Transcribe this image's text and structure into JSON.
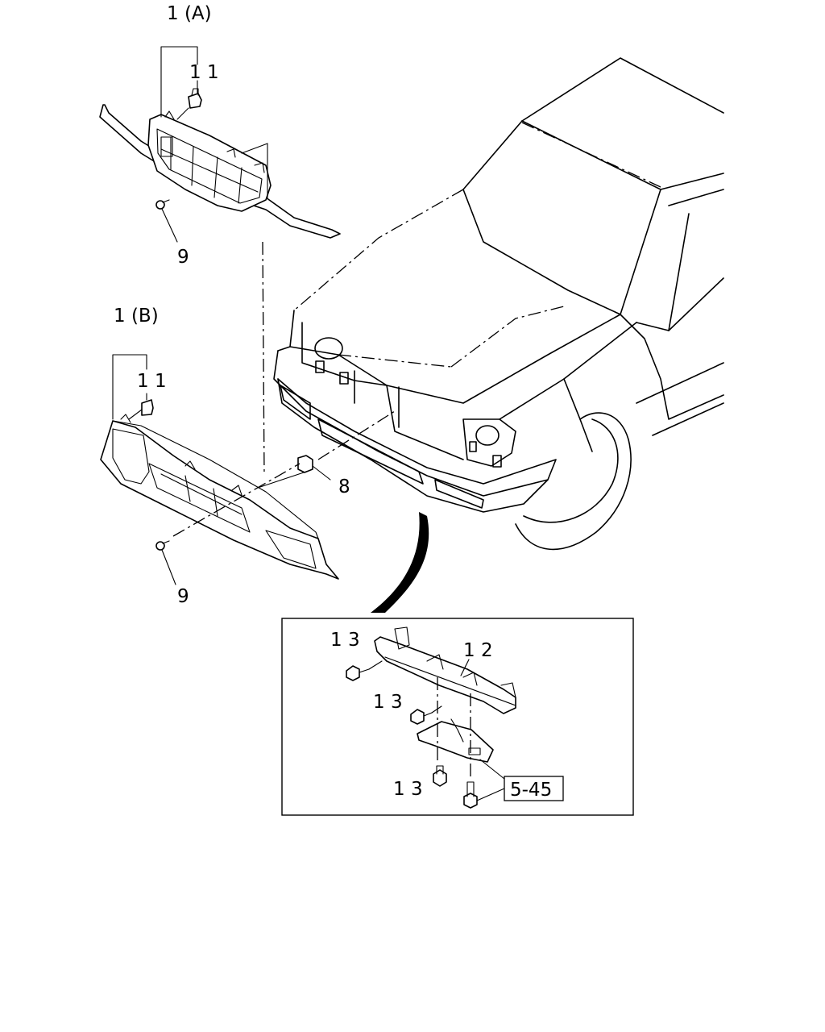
{
  "callouts": {
    "grille_a": "1 (A)",
    "grille_b": "1 (B)",
    "clip_a": "1 1",
    "clip_b": "1 1",
    "screw_a": "9",
    "screw_b": "9",
    "nut": "8",
    "bracket": "1 2",
    "bolt_top": "1 3",
    "bolt_mid": "1 3",
    "bolt_low": "1 3",
    "ref_box": "5-45"
  }
}
